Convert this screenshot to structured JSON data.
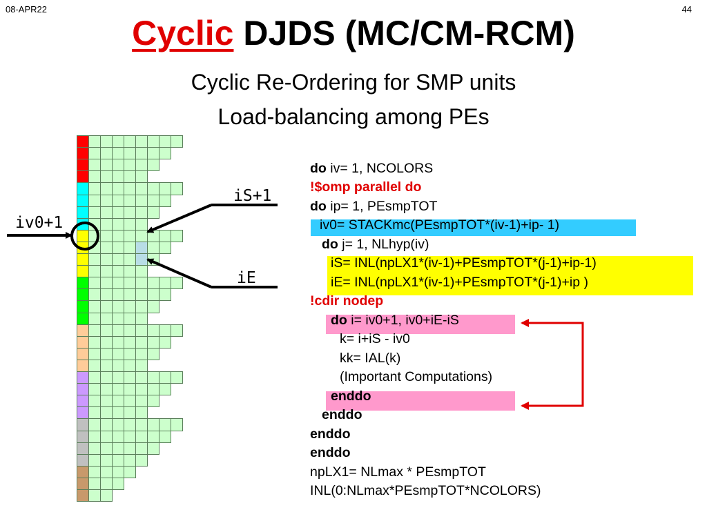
{
  "header": {
    "date": "08-APR22",
    "page": "44"
  },
  "title": {
    "red": "Cyclic",
    "rest": "DJDS (MC/CM-RCM)"
  },
  "subtitle": {
    "line1": "Cyclic Re-Ordering for SMP units",
    "line2": "Load-balancing among PEs"
  },
  "labels": {
    "iv0": "iv0+1",
    "iS": "iS+1",
    "iE": "iE"
  },
  "colors": {
    "cell": "#ccffcc",
    "red": "#ff0000",
    "cyan": "#00ffff",
    "yellow": "#ffff00",
    "green": "#00ff00",
    "peach": "#ffcc99",
    "violet": "#cc99ff",
    "gray": "#c0c0c0",
    "brown": "#c8996b",
    "selected": "#b8dde6",
    "stack": "#33ccff",
    "yellowbox": "#ffff00",
    "pinkbox": "#ff99cc"
  },
  "matrix": {
    "rows": [
      {
        "color": "red",
        "len": 9
      },
      {
        "color": "red",
        "len": 8
      },
      {
        "color": "red",
        "len": 7
      },
      {
        "color": "red",
        "len": 6
      },
      {
        "color": "cyan",
        "len": 9
      },
      {
        "color": "cyan",
        "len": 8
      },
      {
        "color": "cyan",
        "len": 7
      },
      {
        "color": "cyan",
        "len": 6
      },
      {
        "color": "yellow",
        "len": 9
      },
      {
        "color": "yellow",
        "len": 8
      },
      {
        "color": "yellow",
        "len": 7
      },
      {
        "color": "yellow",
        "len": 6
      },
      {
        "color": "green",
        "len": 9
      },
      {
        "color": "green",
        "len": 8
      },
      {
        "color": "green",
        "len": 7
      },
      {
        "color": "green",
        "len": 6
      },
      {
        "color": "peach",
        "len": 9
      },
      {
        "color": "peach",
        "len": 8
      },
      {
        "color": "peach",
        "len": 7
      },
      {
        "color": "peach",
        "len": 6
      },
      {
        "color": "violet",
        "len": 9
      },
      {
        "color": "violet",
        "len": 8
      },
      {
        "color": "violet",
        "len": 7
      },
      {
        "color": "violet",
        "len": 6
      },
      {
        "color": "gray",
        "len": 9
      },
      {
        "color": "gray",
        "len": 8
      },
      {
        "color": "gray",
        "len": 7
      },
      {
        "color": "gray",
        "len": 6
      },
      {
        "color": "brown",
        "len": 5
      },
      {
        "color": "brown",
        "len": 4
      },
      {
        "color": "brown",
        "len": 3
      }
    ],
    "selected_rows": [
      9,
      10
    ],
    "selected_column": 5
  },
  "code": {
    "l1_kw": "do",
    "l1": " iv= 1, NCOLORS",
    "l2": "!$omp parallel do",
    "l3_kw": "do",
    "l3": " ip= 1, PEsmpTOT",
    "l4": "iv0= STACKmc(PEsmpTOT*(iv-1)+ip- 1)",
    "l5_kw": "do",
    "l5": " j= 1, NLhyp(iv)",
    "l6": "iS= INL(npLX1*(iv-1)+PEsmpTOT*(j-1)+ip-1)",
    "l7": "iE= INL(npLX1*(iv-1)+PEsmpTOT*(j-1)+ip  )",
    "l8": "!cdir nodep",
    "l9_kw": "do",
    "l9": " i= iv0+1, iv0+iE-iS",
    "l10": "k= i+iS - iv0",
    "l11": "kk= IAL(k)",
    "l12": "(Important Computations)",
    "l13": "enddo",
    "l14": "enddo",
    "l15": "enddo",
    "l16": "enddo",
    "l17": "npLX1= NLmax * PEsmpTOT",
    "l18": "INL(0:NLmax*PEsmpTOT*NCOLORS)"
  }
}
